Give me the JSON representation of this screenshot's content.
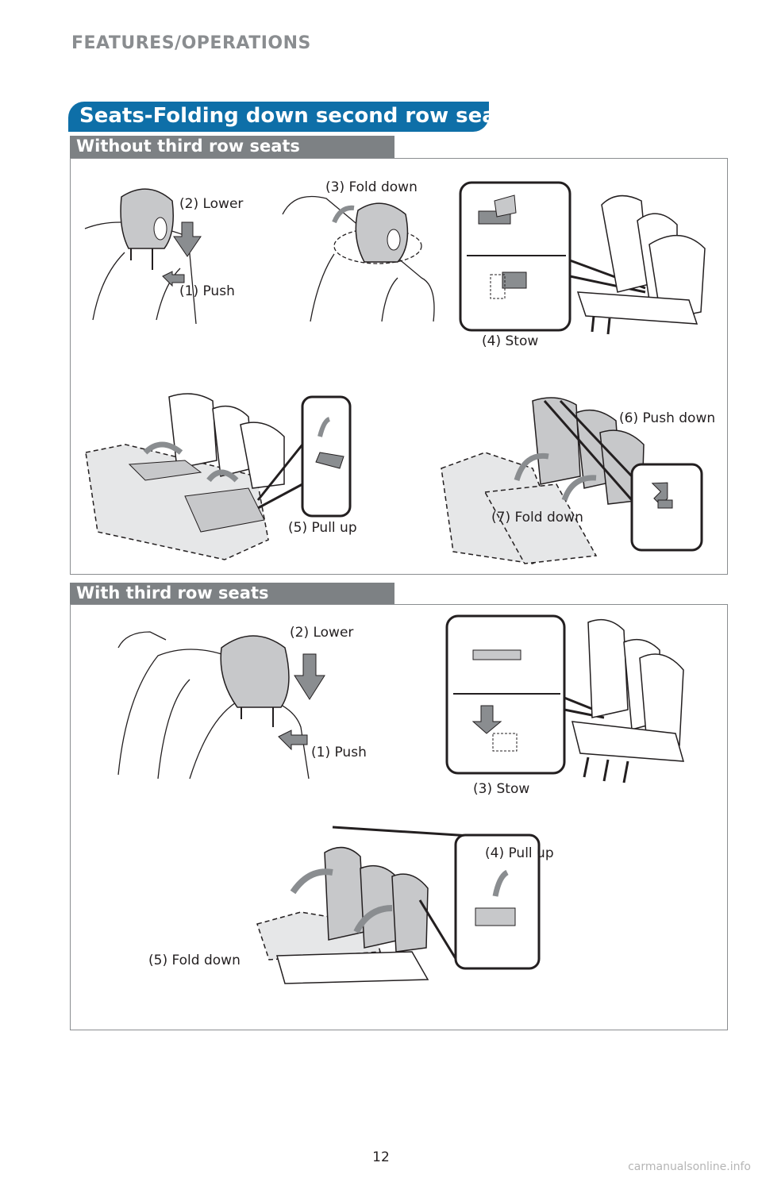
{
  "header": {
    "section": "FEATURES/OPERATIONS"
  },
  "title": "Seats-Folding down second row seats",
  "without_third_row": {
    "heading": "Without third row seats",
    "steps": {
      "push": "(1) Push",
      "lower": "(2) Lower",
      "fold_down": "(3) Fold down",
      "stow": "(4) Stow",
      "pull_up": "(5) Pull up",
      "push_down": "(6) Push down",
      "fold_down_seat": "(7) Fold down"
    }
  },
  "with_third_row": {
    "heading": "With third row seats",
    "steps": {
      "lower": "(2) Lower",
      "push": "(1) Push",
      "stow": "(3) Stow",
      "pull_up": "(4) Pull up",
      "fold_down": "(5) Fold down"
    }
  },
  "colors": {
    "title_bar": "#0e6fa8",
    "subheading_bar": "#7d8184",
    "header_text": "#8a8d90"
  },
  "footer": {
    "page_number": "12",
    "watermark": "carmanualsonline.info"
  }
}
